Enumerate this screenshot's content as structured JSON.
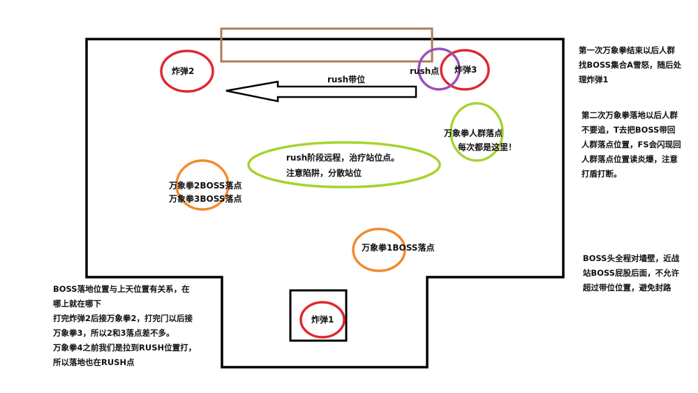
{
  "colors": {
    "outline": "#000000",
    "bomb_circle": "#e0262e",
    "rush_circle": "#9b4fb8",
    "crowd_circle": "#a6d22e",
    "boss_circle": "#f28a2c",
    "top_rect": "#b07a56"
  },
  "map_labels": {
    "bomb2": "炸弹2",
    "bomb3": "炸弹3",
    "bomb1": "炸弹1",
    "rush_point": "rush点",
    "rush_position": "rush带位",
    "crowd_landing": "万象拳人群落点",
    "crowd_every_time": "每次都是这里！",
    "rush_ranged_line1": "rush阶段远程，治疗站位点。",
    "rush_ranged_line2": "注意陷阱，分散站位",
    "boss_landing_23_line1": "万象拳2BOSS落点",
    "boss_landing_23_line2": "万象拳3BOSS落点",
    "boss_landing_1": "万象拳1BOSS落点"
  },
  "notes": {
    "top_right": [
      "第一次万象拳结束以后人群",
      "找BOSS集合A雪怒，随后处",
      "理炸弹1"
    ],
    "mid_right": [
      "第二次万象拳落地以后人群",
      "不要追，T去把BOSS带回",
      "人群落点位置，FS会闪现回",
      "人群落点位置读炎爆，注意",
      "打盾打断。"
    ],
    "bottom_right": [
      "BOSS头全程对墙壁，近战",
      "站BOSS屁股后面，不允许",
      "超过带位位置，避免封路"
    ],
    "bottom_left": [
      "BOSS落地位置与上天位置有关系，在",
      "哪上就在哪下",
      "打完炸弹2后接万象拳2，打完门以后接",
      "万象拳3，所以2和3落点差不多。",
      "万象拳4之前我们是拉到RUSH位置打，",
      "所以落地也在RUSH点"
    ]
  }
}
